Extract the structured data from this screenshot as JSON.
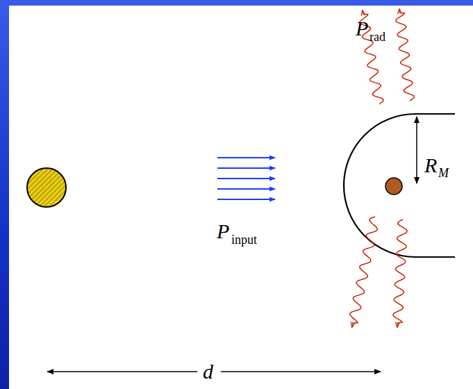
{
  "diagram": {
    "labels": [
      "P",
      "rad",
      "P",
      "input",
      "R",
      "M",
      "d"
    ]
  }
}
